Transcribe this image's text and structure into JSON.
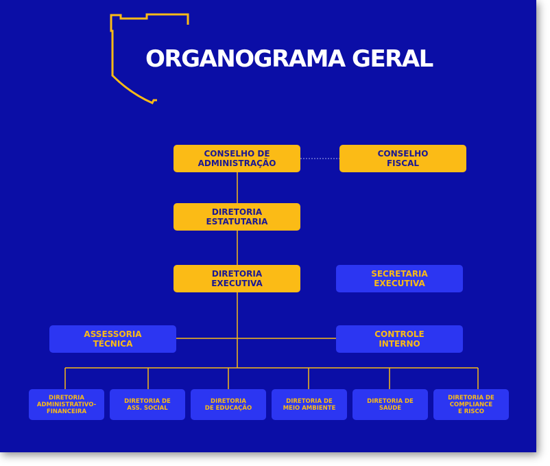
{
  "title": "ORGANOGRAMA GERAL",
  "colors": {
    "background": "#0b0ea6",
    "primary_box": "#fbbb16",
    "secondary_box": "#2c36f2",
    "connector": "#fbbb16",
    "dark_text": "#1a1793"
  },
  "icons": {
    "decoration": "building-outline-icon"
  },
  "nodes": {
    "conselho_administracao": "CONSELHO DE\nADMINISTRAÇÃO",
    "conselho_fiscal": "CONSELHO\nFISCAL",
    "diretoria_estatutaria": "DIRETORIA\nESTATUTARIA",
    "diretoria_executiva": "DIRETORIA\nEXECUTIVA",
    "secretaria_executiva": "SECRETARIA\nEXECUTIVA",
    "assessoria_tecnica": "ASSESSORIA\nTÉCNICA",
    "controle_interno": "CONTROLE\nINTERNO",
    "diretoria_adm_financeira": "DIRETORIA\nADMINISTRATIVO-\nFINANCEIRA",
    "diretoria_ass_social": "DIRETORIA DE\nASS. SOCIAL",
    "diretoria_educacao": "DIRETORIA\nDE EDUCAÇÃO",
    "diretoria_meio_ambiente": "DIRETORIA DE\nMEIO AMBIENTE",
    "diretoria_saude": "DIRETORIA DE\nSAÚDE",
    "diretoria_compliance": "DIRETORIA DE\nCOMPLIANCE\nE RISCO"
  }
}
